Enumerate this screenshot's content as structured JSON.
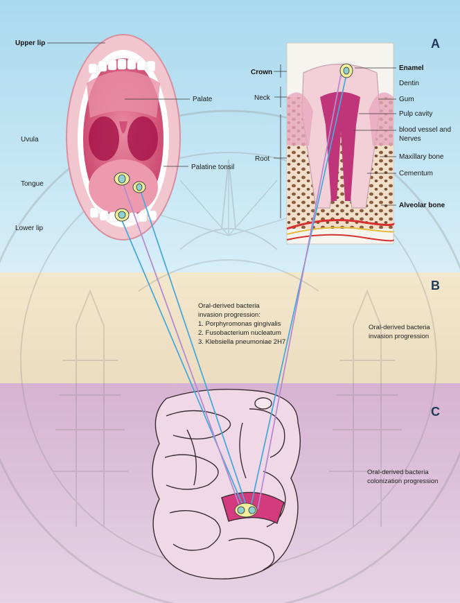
{
  "panels": {
    "a": {
      "letter": "A",
      "mouth_labels": {
        "upper_lip": "Upper lip",
        "palate": "Palate",
        "uvula": "Uvula",
        "palatine_tonsil": "Palatine tonsil",
        "tongue": "Tongue",
        "lower_lip": "Lower lip"
      },
      "tooth_regions": {
        "crown": "Crown",
        "neck": "Neck",
        "root": "Root"
      },
      "tooth_labels": {
        "enamel": "Enamel",
        "dentin": "Dentin",
        "gum": "Gum",
        "pulp_cavity": "Pulp cavity",
        "blood_vessel_line1": "blood vessel and",
        "blood_vessel_line2": "Nerves",
        "maxillary_bone": "Maxillary bone",
        "cementum": "Cementum",
        "alveolar_bone": "Alveolar bone"
      }
    },
    "b": {
      "letter": "B",
      "list_title_line1": "Oral-derived bacteria",
      "list_title_line2": "invasion progression:",
      "bacteria": [
        "1. Porphyromonas gingivalis",
        "2. Fusobacterium nucleatum",
        "3. Klebsiella pneumoniae 2H7"
      ],
      "caption_line1": "Oral-derived bacteria",
      "caption_line2": "invasion progression"
    },
    "c": {
      "letter": "C",
      "caption_line1": "Oral-derived bacteria",
      "caption_line2": "colonization progression"
    }
  },
  "colors": {
    "panel_a_top": "#a9d9ee",
    "panel_a_bottom": "#d7eef8",
    "panel_b": "#f1e3c4",
    "panel_c": "#dcc0d9",
    "trace_blue": "#4aa8d8",
    "trace_purple": "#b48ad0",
    "watermark": "#8a8a8a"
  }
}
